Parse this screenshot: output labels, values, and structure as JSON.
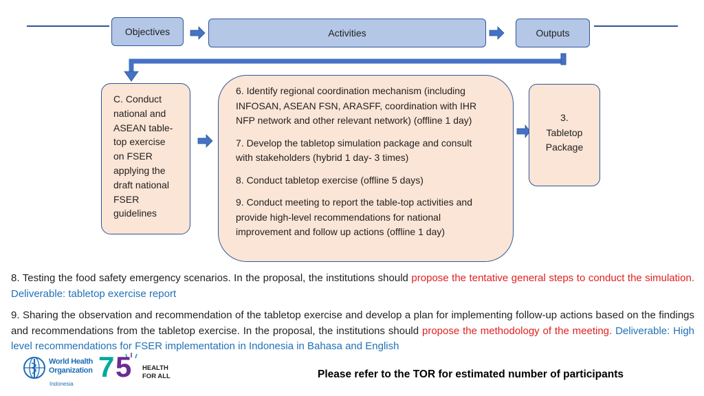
{
  "header": {
    "objectives": "Objectives",
    "activities": "Activities",
    "outputs": "Outputs"
  },
  "objective": {
    "lines": [
      "C. Conduct",
      "national and",
      "ASEAN table-",
      "top exercise",
      "on FSER",
      "applying the",
      "draft national",
      "FSER",
      "guidelines"
    ]
  },
  "activities": [
    {
      "lines": [
        "6. Identify regional coordination mechanism (including",
        "INFOSAN, ASEAN FSN, ARASFF, coordination with IHR",
        "NFP network and other relevant network) (offline 1 day)"
      ]
    },
    {
      "lines": [
        "7. Develop the tabletop simulation package and consult",
        "with stakeholders (hybrid 1 day- 3 times)"
      ]
    },
    {
      "lines": [
        "8. Conduct tabletop exercise (offline 5 days)"
      ]
    },
    {
      "lines": [
        "9. Conduct meeting to report the table-top activities and",
        "provide high-level recommendations for national",
        "improvement and follow up actions (offline 1 day)"
      ]
    }
  ],
  "output": {
    "lines": [
      "3.",
      "Tabletop",
      "Package"
    ]
  },
  "paragraphs": {
    "p8": {
      "text": "8. Testing the food safety emergency scenarios. In the proposal, the institutions should ",
      "red": "propose the tentative general steps to conduct the simulation.",
      "blue": " Deliverable: tabletop exercise report"
    },
    "p9": {
      "text": "9. Sharing the observation and recommendation of the tabletop exercise and develop a plan for implementing follow-up actions based on the findings and recommendations from the tabletop exercise. In the proposal, the institutions should ",
      "red": "propose the methodology of the meeting.",
      "blue": " Deliverable: High level recommendations for FSER implementation in Indonesia in Bahasa and English"
    }
  },
  "footer": {
    "who_line1": "World Health",
    "who_line2": "Organization",
    "who_country": "Indonesia",
    "anniv_7": "7",
    "anniv_5": "5",
    "health_for_all_1": "HEALTH",
    "health_for_all_2": "FOR ALL",
    "note": "Please refer to the TOR for estimated number of participants"
  },
  "colors": {
    "header_fill": "#b4c7e7",
    "border": "#2f5597",
    "peach": "#fbe5d6",
    "arrow": "#4472c4",
    "highlight_red": "#e02020",
    "deliverable_blue": "#2171b5",
    "anniv_teal": "#00a99d",
    "anniv_purple": "#6b2c91",
    "who_blue": "#1a6db5"
  },
  "icons": [
    "right-arrow-icon",
    "down-arrow-icon",
    "who-emblem-icon"
  ]
}
